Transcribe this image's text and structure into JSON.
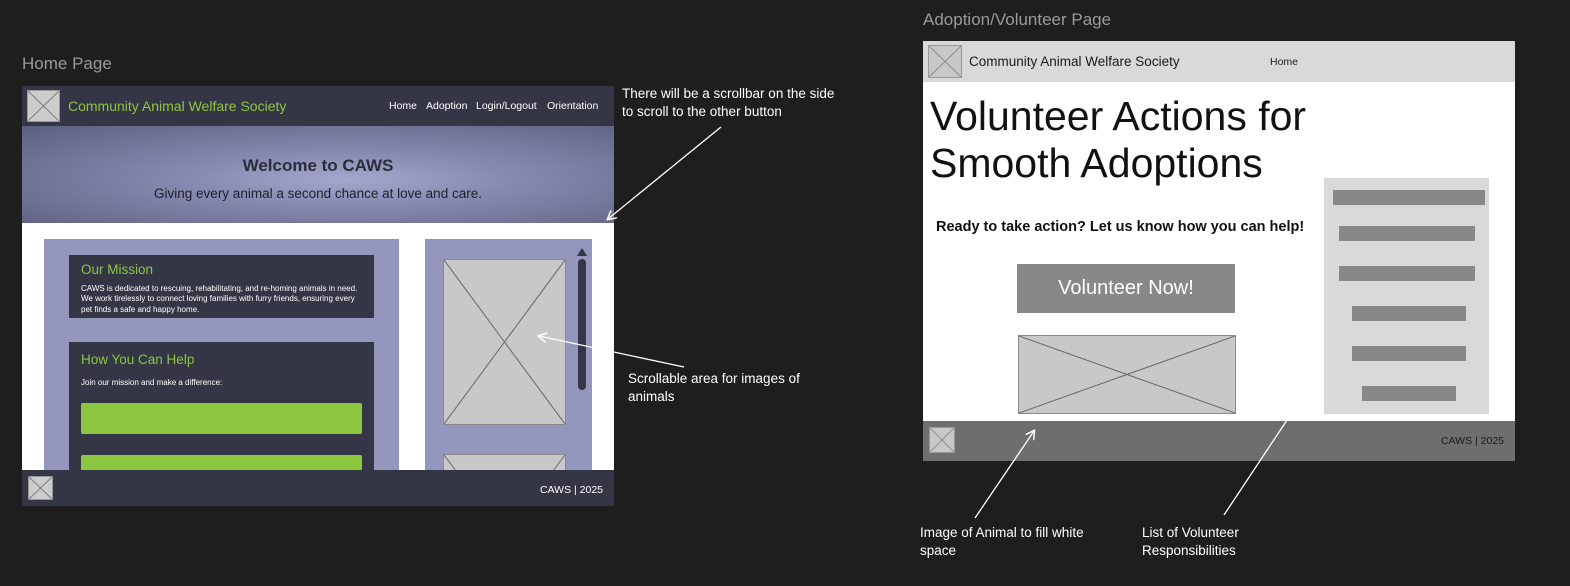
{
  "frames": {
    "home": {
      "label": "Home Page",
      "nav": {
        "brand": "Community Animal Welfare Society",
        "links": [
          "Home",
          "Adoption",
          "Login/Logout",
          "Orientation"
        ]
      },
      "hero": {
        "title": "Welcome to CAWS",
        "subtitle": "Giving every animal a second chance at love and care."
      },
      "mission": {
        "title": "Our Mission",
        "text": "CAWS is dedicated to rescuing, rehabilitating, and re-homing animals in need. We work tirelessly to connect loving families with furry friends, ensuring every pet finds a safe and happy home."
      },
      "help": {
        "title": "How You Can Help",
        "text": "Join our mission and make a difference:"
      },
      "footer": "CAWS | 2025"
    },
    "adoption": {
      "label": "Adoption/Volunteer Page",
      "nav": {
        "brand": "Community Animal Welfare Society",
        "home": "Home"
      },
      "heading": "Volunteer Actions for Smooth Adoptions",
      "cta": "Ready to take action? Let us know how you can help!",
      "button": "Volunteer Now!",
      "footer": "CAWS | 2025"
    }
  },
  "annotations": {
    "scrollbar": "There will be a scrollbar on the side to scroll to the other button",
    "scrollable": "Scrollable area for images of animals",
    "animal_image": "Image of Animal to fill white space",
    "volunteer_list": "List of Volunteer Responsibilities"
  },
  "colors": {
    "background": "#1e1e1e",
    "nav_dark": "#343645",
    "accent_green": "#8dc63f",
    "panel_lavender": "#9596bd",
    "wire_gray": "#d9d9d9",
    "wire_button": "#888888"
  },
  "icons": [
    "placeholder-image-icon",
    "scroll-up-arrow-icon",
    "arrow-icon"
  ]
}
